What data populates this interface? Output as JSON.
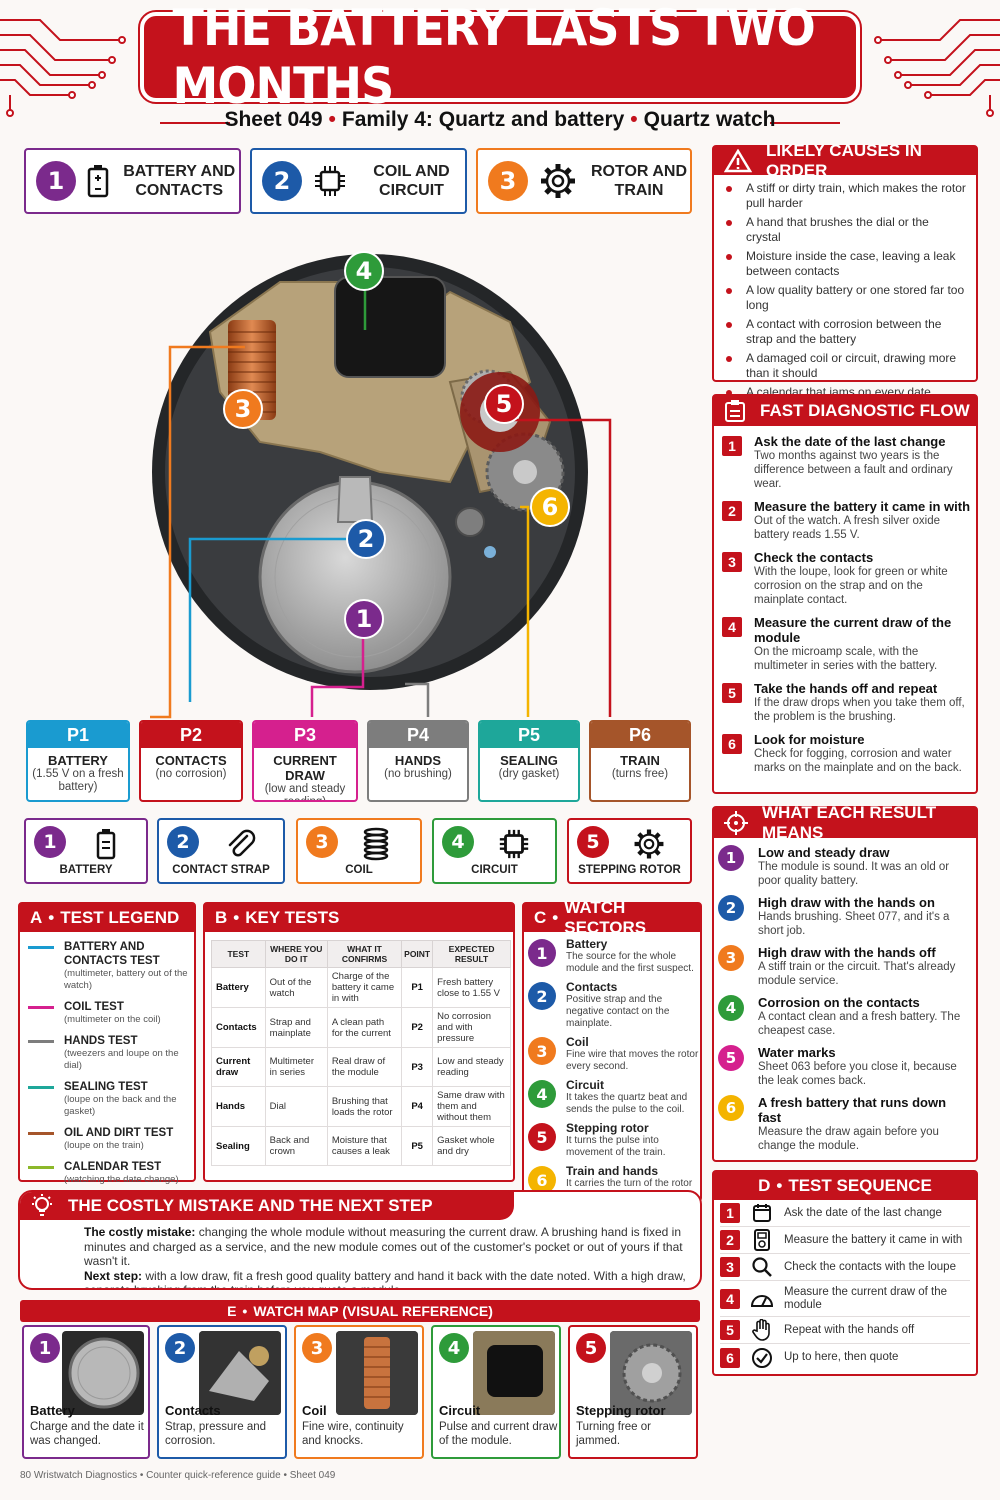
{
  "header": {
    "title": "THE BATTERY LASTS TWO MONTHS",
    "sheet": "Sheet 049",
    "family": "Family 4: Quartz and battery",
    "watch_type": "Quartz watch"
  },
  "categories": [
    {
      "num": "1",
      "label": "Battery and contacts",
      "icon": "battery-icon",
      "color": "#7b2a8c"
    },
    {
      "num": "2",
      "label": "Coil and circuit",
      "icon": "chip-icon",
      "color": "#1d5aa8"
    },
    {
      "num": "3",
      "label": "Rotor and train",
      "icon": "gear-icon",
      "color": "#f07a1e"
    }
  ],
  "diagram_markers": [
    "1",
    "2",
    "3",
    "4",
    "5",
    "6"
  ],
  "points": [
    {
      "code": "P1",
      "title": "Battery",
      "sub": "(1.55 V on a fresh battery)",
      "color": "#1a9bd0"
    },
    {
      "code": "P2",
      "title": "Contacts",
      "sub": "(no corrosion)",
      "color": "#c4121c"
    },
    {
      "code": "P3",
      "title": "Current draw",
      "sub": "(low and steady reading)",
      "color": "#d5208e"
    },
    {
      "code": "P4",
      "title": "Hands",
      "sub": "(no brushing)",
      "color": "#7d7d7d"
    },
    {
      "code": "P5",
      "title": "Sealing",
      "sub": "(dry gasket)",
      "color": "#1ea79a"
    },
    {
      "code": "P6",
      "title": "Train",
      "sub": "(turns free)",
      "color": "#a5552a"
    }
  ],
  "components": [
    {
      "num": "1",
      "label": "Battery",
      "icon": "battery-icon",
      "color": "#7b2a8c"
    },
    {
      "num": "2",
      "label": "Contact strap",
      "icon": "paperclip-icon",
      "color": "#1d5aa8"
    },
    {
      "num": "3",
      "label": "Coil",
      "icon": "coil-icon",
      "color": "#f07a1e"
    },
    {
      "num": "4",
      "label": "Circuit",
      "icon": "chip-icon",
      "color": "#2e9b3a"
    },
    {
      "num": "5",
      "label": "Stepping rotor",
      "icon": "gear-icon",
      "color": "#c4121c"
    }
  ],
  "causes": {
    "title": "Likely causes in order",
    "items": [
      "A stiff or dirty train, which makes the rotor pull harder",
      "A hand that brushes the dial or the crystal",
      "Moisture inside the case, leaving a leak between contacts",
      "A low quality battery or one stored far too long",
      "A contact with corrosion between the strap and the battery",
      "A damaged coil or circuit, drawing more than it should",
      "A calendar that jams on every date change"
    ]
  },
  "flow": {
    "title": "Fast diagnostic flow",
    "items": [
      {
        "n": "1",
        "t": "Ask the date of the last change",
        "d": "Two months against two years is the difference between a fault and ordinary wear."
      },
      {
        "n": "2",
        "t": "Measure the battery it came in with",
        "d": "Out of the watch. A fresh silver oxide battery reads 1.55 V."
      },
      {
        "n": "3",
        "t": "Check the contacts",
        "d": "With the loupe, look for green or white corrosion on the strap and on the mainplate contact."
      },
      {
        "n": "4",
        "t": "Measure the current draw of the module",
        "d": "On the microamp scale, with the multimeter in series with the battery."
      },
      {
        "n": "5",
        "t": "Take the hands off and repeat",
        "d": "If the draw drops when you take them off, the problem is the brushing."
      },
      {
        "n": "6",
        "t": "Look for moisture",
        "d": "Check for fogging, corrosion and water marks on the mainplate and on the back."
      }
    ]
  },
  "results": {
    "title": "What each result means",
    "items": [
      {
        "n": "1",
        "t": "Low and steady draw",
        "d": "The module is sound. It was an old or poor quality battery.",
        "color": "#7b2a8c"
      },
      {
        "n": "2",
        "t": "High draw with the hands on",
        "d": "Hands brushing. Sheet 077, and it's a short job.",
        "color": "#1d5aa8"
      },
      {
        "n": "3",
        "t": "High draw with the hands off",
        "d": "A stiff train or the circuit. That's already module service.",
        "color": "#f07a1e"
      },
      {
        "n": "4",
        "t": "Corrosion on the contacts",
        "d": "A contact clean and a fresh battery. The cheapest case.",
        "color": "#2e9b3a"
      },
      {
        "n": "5",
        "t": "Water marks",
        "d": "Sheet 063 before you close it, because the leak comes back.",
        "color": "#d5208e"
      },
      {
        "n": "6",
        "t": "A fresh battery that runs down fast",
        "d": "Measure the draw again before you change the module.",
        "color": "#f4b400"
      }
    ]
  },
  "legend": {
    "letter": "A",
    "title": "Test legend",
    "items": [
      {
        "t": "Battery and contacts test",
        "s": "(multimeter, battery out of the watch)",
        "color": "#1a9bd0"
      },
      {
        "t": "Coil test",
        "s": "(multimeter on the coil)",
        "color": "#d5208e"
      },
      {
        "t": "Hands test",
        "s": "(tweezers and loupe on the dial)",
        "color": "#7d7d7d"
      },
      {
        "t": "Sealing test",
        "s": "(loupe on the back and the gasket)",
        "color": "#1ea79a"
      },
      {
        "t": "Oil and dirt test",
        "s": "(loupe on the train)",
        "color": "#a5552a"
      },
      {
        "t": "Calendar test",
        "s": "(watching the date change)",
        "color": "#8cb82a"
      }
    ]
  },
  "key_tests": {
    "letter": "B",
    "title": "Key tests",
    "headers": [
      "Test",
      "Where you do it",
      "What it confirms",
      "Point",
      "Expected result"
    ],
    "rows": [
      [
        "Battery",
        "Out of the watch",
        "Charge of the battery it came in with",
        "P1",
        "Fresh battery close to 1.55 V"
      ],
      [
        "Contacts",
        "Strap and mainplate",
        "A clean path for the current",
        "P2",
        "No corrosion and with pressure"
      ],
      [
        "Current draw",
        "Multimeter in series",
        "Real draw of the module",
        "P3",
        "Low and steady reading"
      ],
      [
        "Hands",
        "Dial",
        "Brushing that loads the rotor",
        "P4",
        "Same draw with them and without them"
      ],
      [
        "Sealing",
        "Back and crown",
        "Moisture that causes a leak",
        "P5",
        "Gasket whole and dry"
      ]
    ]
  },
  "sectors": {
    "letter": "C",
    "title": "Watch sectors",
    "items": [
      {
        "n": "1",
        "t": "Battery",
        "d": "The source for the whole module and the first suspect.",
        "color": "#7b2a8c"
      },
      {
        "n": "2",
        "t": "Contacts",
        "d": "Positive strap and the negative contact on the mainplate.",
        "color": "#1d5aa8"
      },
      {
        "n": "3",
        "t": "Coil",
        "d": "Fine wire that moves the rotor every second.",
        "color": "#f07a1e"
      },
      {
        "n": "4",
        "t": "Circuit",
        "d": "It takes the quartz beat and sends the pulse to the coil.",
        "color": "#2e9b3a"
      },
      {
        "n": "5",
        "t": "Stepping rotor",
        "d": "It turns the pulse into movement of the train.",
        "color": "#c4121c"
      },
      {
        "n": "6",
        "t": "Train and hands",
        "d": "It carries the turn of the rotor up to the dial.",
        "color": "#f4b400"
      }
    ]
  },
  "mistake": {
    "title": "The costly mistake and the next step",
    "mistake_label": "The costly mistake:",
    "mistake_text": "changing the whole module without measuring the current draw. A brushing hand is fixed in minutes and charged as a service, and the new module comes out of the customer's pocket or out of yours if that wasn't it.",
    "next_label": "Next step:",
    "next_text": "with a low draw, fit a fresh good quality battery and hand it back with the date noted. With a high draw, separate brushing from the train before you quote a module."
  },
  "sequence": {
    "letter": "D",
    "title": "Test sequence",
    "items": [
      {
        "n": "1",
        "t": "Ask the date of the last change",
        "icon": "calendar-icon"
      },
      {
        "n": "2",
        "t": "Measure the battery it came in with",
        "icon": "multimeter-icon"
      },
      {
        "n": "3",
        "t": "Check the contacts with the loupe",
        "icon": "magnifier-icon"
      },
      {
        "n": "4",
        "t": "Measure the current draw of the module",
        "icon": "gauge-icon"
      },
      {
        "n": "5",
        "t": "Repeat with the hands off",
        "icon": "hand-icon"
      },
      {
        "n": "6",
        "t": "Up to here, then quote",
        "icon": "check-icon"
      }
    ]
  },
  "watch_map": {
    "letter": "E",
    "title": "Watch map (visual reference)",
    "cards": [
      {
        "n": "1",
        "t": "Battery",
        "d": "Charge and the date it was changed.",
        "color": "#7b2a8c"
      },
      {
        "n": "2",
        "t": "Contacts",
        "d": "Strap, pressure and corrosion.",
        "color": "#1d5aa8"
      },
      {
        "n": "3",
        "t": "Coil",
        "d": "Fine wire, continuity and knocks.",
        "color": "#f07a1e"
      },
      {
        "n": "4",
        "t": "Circuit",
        "d": "Pulse and current draw of the module.",
        "color": "#2e9b3a"
      },
      {
        "n": "5",
        "t": "Stepping rotor",
        "d": "Turning free or jammed.",
        "color": "#c4121c"
      }
    ]
  },
  "footer": "80 Wristwatch Diagnostics • Counter quick-reference guide • Sheet 049"
}
